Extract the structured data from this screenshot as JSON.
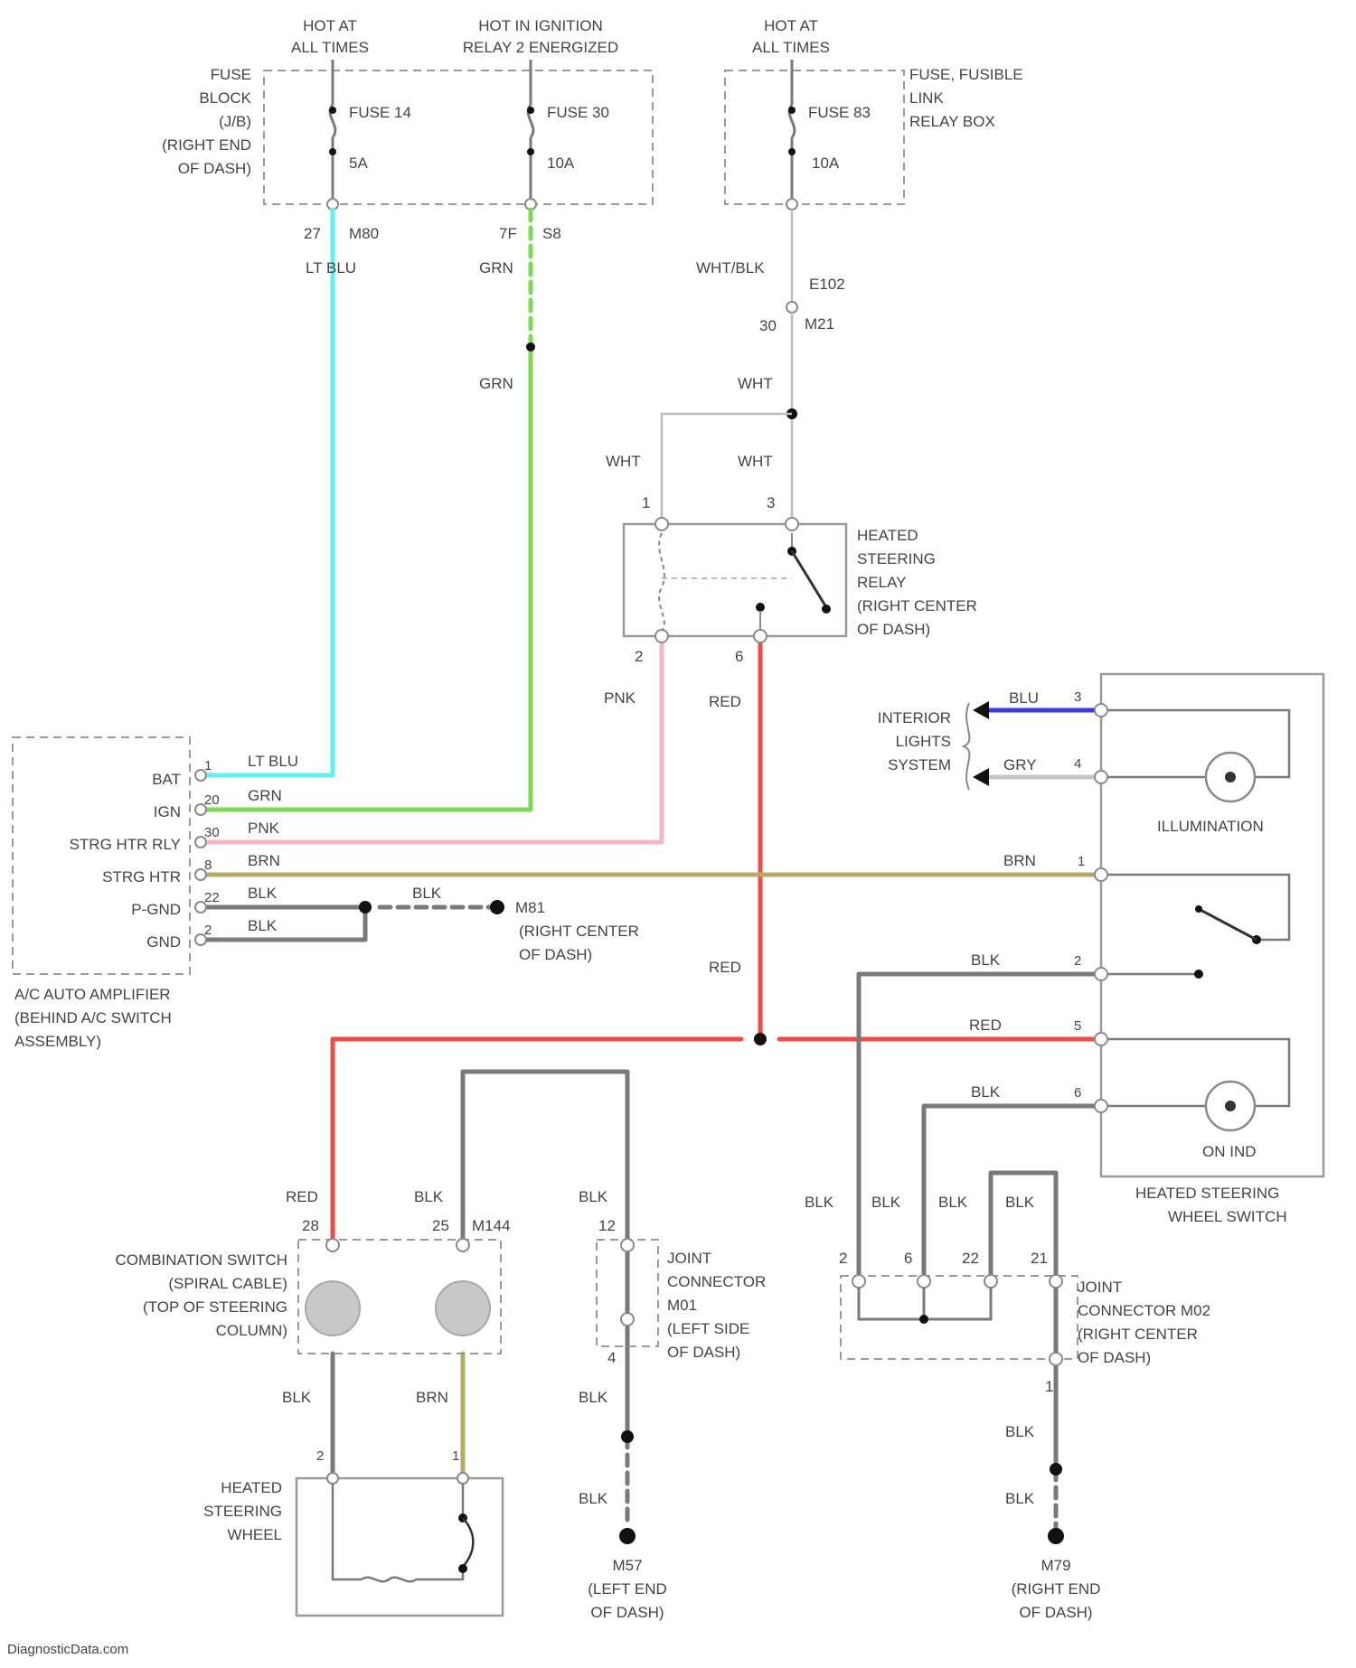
{
  "colors": {
    "lt_blu": "#5ff2f2",
    "grn": "#7ed957",
    "pnk": "#f7b6c2",
    "brn": "#b7ab6a",
    "red": "#f04b4b",
    "blu": "#3a3ae0",
    "gray_wire": "#7a7a7a",
    "white_wire": "#c4c4c4"
  },
  "sources": {
    "hot_at_all_times_1": [
      "HOT AT",
      "ALL TIMES"
    ],
    "hot_in_ignition": [
      "HOT IN IGNITION",
      "RELAY 2 ENERGIZED"
    ],
    "hot_at_all_times_2": [
      "HOT AT",
      "ALL TIMES"
    ]
  },
  "fuse_block": {
    "label": [
      "FUSE",
      "BLOCK",
      "(J/B)",
      "(RIGHT END",
      "OF DASH)"
    ],
    "fuse14": "FUSE 14",
    "fuse14_amp": "5A",
    "fuse30": "FUSE 30",
    "fuse30_amp": "10A",
    "pin_27": "27",
    "conn_m80": "M80",
    "pin_7f": "7F",
    "conn_s8": "S8"
  },
  "fusible_box": {
    "label": [
      "FUSE, FUSIBLE",
      "LINK",
      "RELAY BOX"
    ],
    "fuse": "FUSE 83",
    "amp": "10A",
    "conn_e102": "E102",
    "pin_30": "30",
    "conn_m21": "M21"
  },
  "wire_labels": {
    "lt_blu": "LT BLU",
    "grn": "GRN",
    "wht_blk": "WHT/BLK",
    "wht": "WHT",
    "pnk": "PNK",
    "red": "RED",
    "brn": "BRN",
    "blk": "BLK",
    "blu": "BLU",
    "gry": "GRY"
  },
  "relay": {
    "label": [
      "HEATED",
      "STEERING",
      "RELAY",
      "(RIGHT CENTER",
      "OF DASH)"
    ],
    "pin1": "1",
    "pin3": "3",
    "pin2": "2",
    "pin6": "6"
  },
  "amplifier": {
    "label": [
      "A/C AUTO AMPLIFIER",
      "(BEHIND A/C SWITCH",
      "ASSEMBLY)"
    ],
    "pins": [
      {
        "name": "BAT",
        "num": "1",
        "wire": "LT BLU"
      },
      {
        "name": "IGN",
        "num": "20",
        "wire": "GRN"
      },
      {
        "name": "STRG HTR RLY",
        "num": "30",
        "wire": "PNK"
      },
      {
        "name": "STRG HTR",
        "num": "8",
        "wire": "BRN"
      },
      {
        "name": "P-GND",
        "num": "22",
        "wire": "BLK"
      },
      {
        "name": "GND",
        "num": "2",
        "wire": "BLK"
      }
    ],
    "ground_m81": "M81",
    "ground_m81_loc": [
      "(RIGHT CENTER",
      "OF DASH)"
    ]
  },
  "interior_lights": [
    "INTERIOR",
    "LIGHTS",
    "SYSTEM"
  ],
  "switch": {
    "label": [
      "HEATED STEERING",
      "WHEEL SWITCH"
    ],
    "illumination": "ILLUMINATION",
    "on_ind": "ON IND",
    "pin3": "3",
    "pin4": "4",
    "pin1": "1",
    "pin2": "2",
    "pin5": "5",
    "pin6": "6"
  },
  "combination_switch": {
    "label": [
      "COMBINATION SWITCH",
      "(SPIRAL CABLE)",
      "(TOP OF STEERING",
      "COLUMN)"
    ],
    "pin_28": "28",
    "pin_25": "25",
    "conn": "M144"
  },
  "wheel": {
    "label": [
      "HEATED",
      "STEERING",
      "WHEEL"
    ],
    "pin2": "2",
    "pin1": "1"
  },
  "joint_m01": {
    "label": [
      "JOINT",
      "CONNECTOR",
      "M01",
      "(LEFT SIDE",
      "OF DASH)"
    ],
    "pin_12": "12",
    "pin_4": "4",
    "ground": "M57",
    "ground_loc": [
      "(LEFT END",
      "OF DASH)"
    ]
  },
  "joint_m02": {
    "label": [
      "JOINT",
      "CONNECTOR M02",
      "(RIGHT CENTER",
      "OF DASH)"
    ],
    "pin_2": "2",
    "pin_6": "6",
    "pin_22": "22",
    "pin_21": "21",
    "pin_1": "1",
    "ground": "M79",
    "ground_loc": [
      "(RIGHT END",
      "OF DASH)"
    ]
  },
  "watermark": "DiagnosticData.com"
}
